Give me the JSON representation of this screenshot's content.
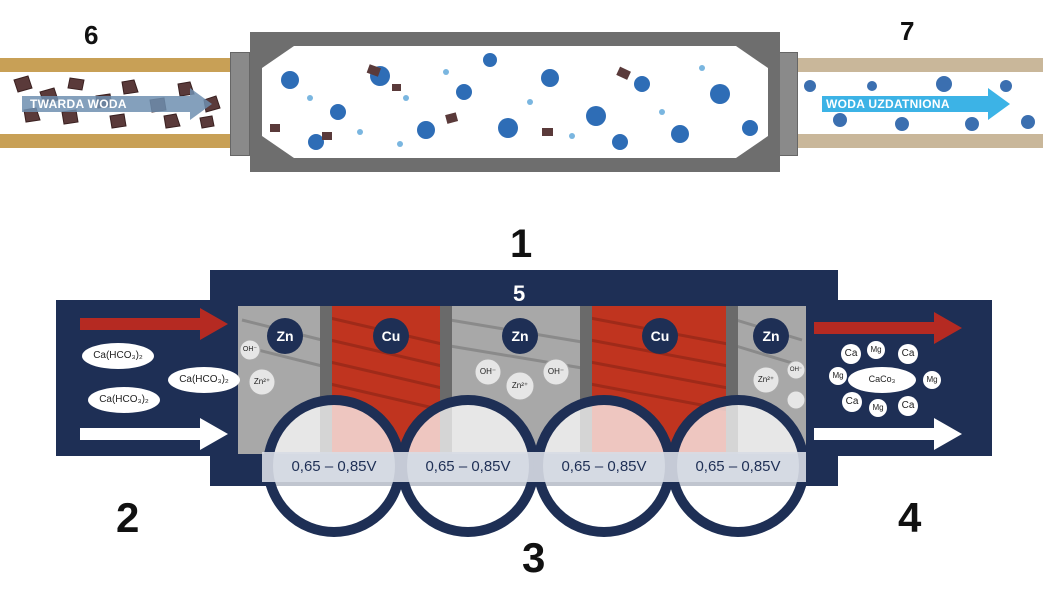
{
  "labels": {
    "n1": "1",
    "n2": "2",
    "n3": "3",
    "n4": "4",
    "n5": "5",
    "n6": "6",
    "n7": "7"
  },
  "top": {
    "inlet_label": "TWARDA WODA",
    "outlet_label": "WODA UZDATNIONA"
  },
  "metals": [
    "Zn",
    "Cu",
    "Zn",
    "Cu",
    "Zn"
  ],
  "voltages": [
    "0,65 – 0,85V",
    "0,65 – 0,85V",
    "0,65 – 0,85V",
    "0,65 – 0,85V"
  ],
  "inlet_chem": [
    "Ca(HCO₃)₂",
    "Ca(HCO₃)₂",
    "Ca(HCO₃)₂"
  ],
  "ions": [
    "OH⁻",
    "Zn²⁺",
    "OH⁻",
    "Zn²⁺",
    "OH⁻",
    "Zn²⁺",
    "OH⁻"
  ],
  "outlet_chem": {
    "center": "CaCo₃",
    "ions": [
      "Ca",
      "Mg",
      "Ca",
      "Mg",
      "Mg",
      "Ca",
      "Mg",
      "Ca"
    ]
  },
  "colors": {
    "navy": "#1e2f55",
    "copper": "#c0341f",
    "zinc": "#9a9a9a",
    "red_arrow": "#b52a22"
  }
}
